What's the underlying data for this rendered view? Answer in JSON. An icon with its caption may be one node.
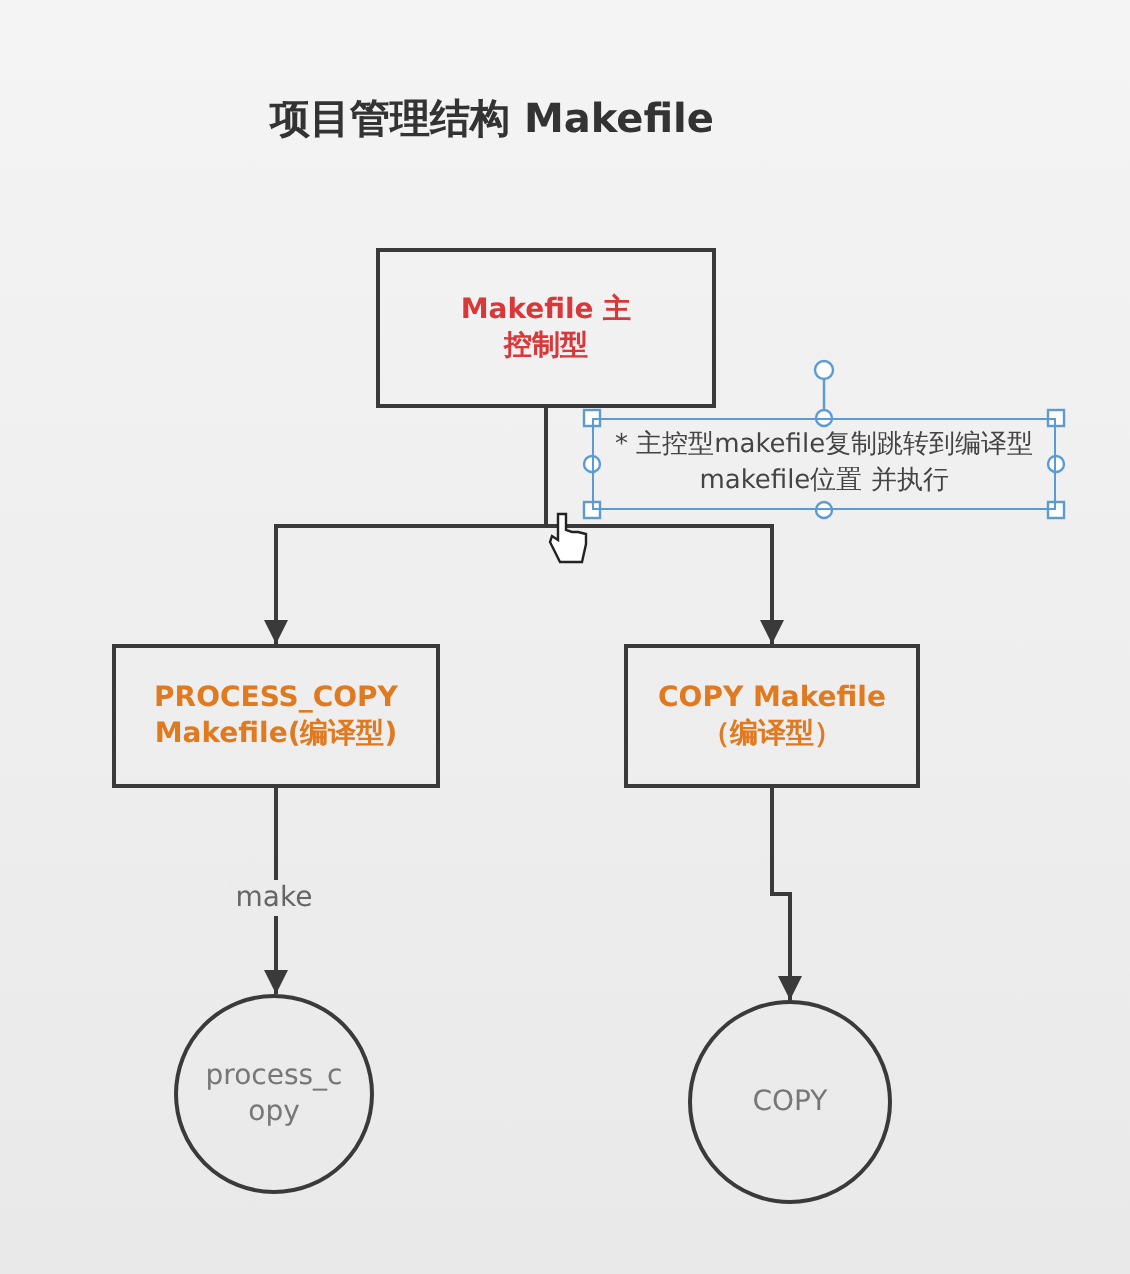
{
  "diagram": {
    "title": "项目管理结构 Makefile",
    "nodes": [
      {
        "text": [
          "Makefile 主控制型"
        ]
      },
      {
        "text": [
          "* 主控型makefile复制跳转到编译型makefile位置 并执行"
        ]
      },
      {
        "text": [
          "PROCESS_COPY Makefile(编译型)"
        ]
      },
      {
        "text": [
          "COPY Makefile（编译型）"
        ]
      },
      {
        "text": [
          "process_copy"
        ]
      },
      {
        "text": [
          "COPY"
        ]
      }
    ],
    "edges": [
      {
        "from": 0,
        "to": 2,
        "arrow": "to"
      },
      {
        "from": 0,
        "to": 3,
        "arrow": "to"
      },
      {
        "from": 2,
        "to": 4,
        "arrow": "to",
        "label": "make"
      },
      {
        "from": 3,
        "to": 5,
        "arrow": "to"
      }
    ]
  }
}
